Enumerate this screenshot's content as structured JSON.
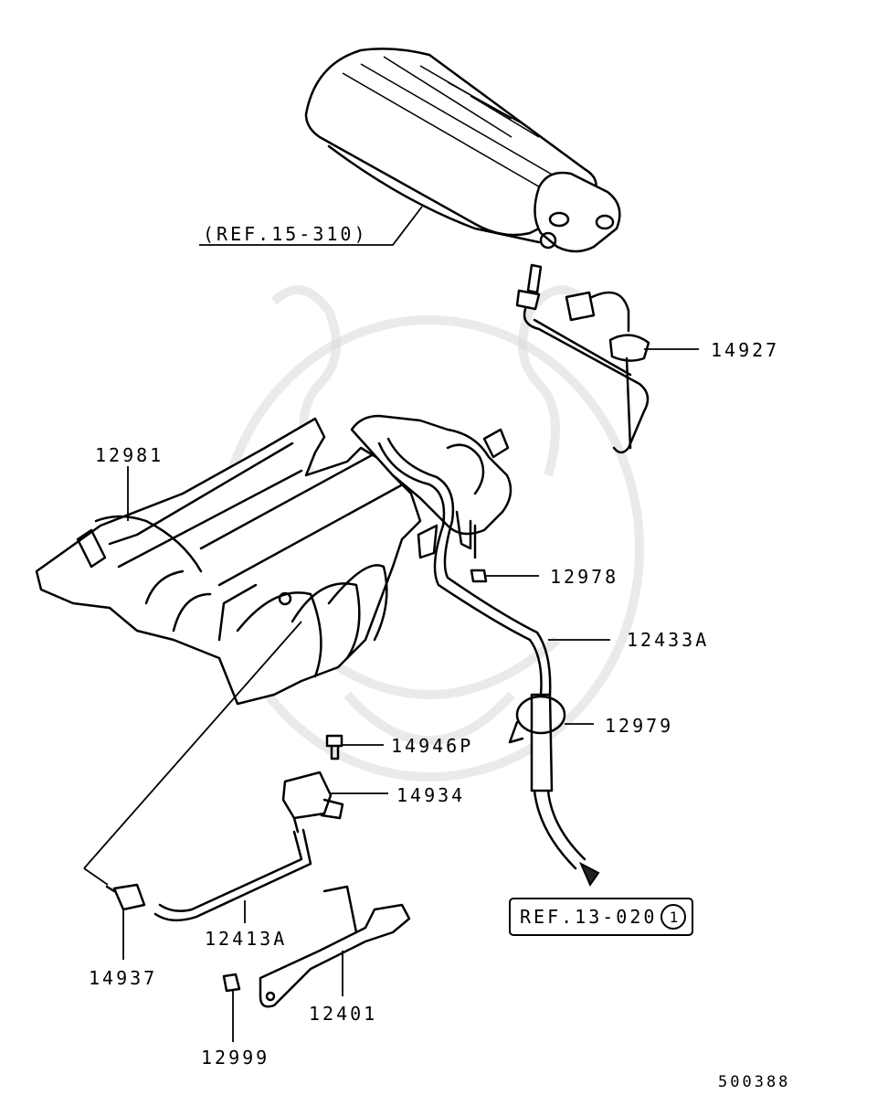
{
  "refs": {
    "ref_top": "(REF.15-310)",
    "ref_bottom": "REF.13-020",
    "ref_bottom_circle": "1"
  },
  "parts": {
    "p14927": "14927",
    "p12981": "12981",
    "p12978": "12978",
    "p12433A": "12433A",
    "p12979": "12979",
    "p14946P": "14946P",
    "p14934": "14934",
    "p12413A": "12413A",
    "p14937": "14937",
    "p12401": "12401",
    "p12999": "12999"
  },
  "diagram_number": "500388"
}
